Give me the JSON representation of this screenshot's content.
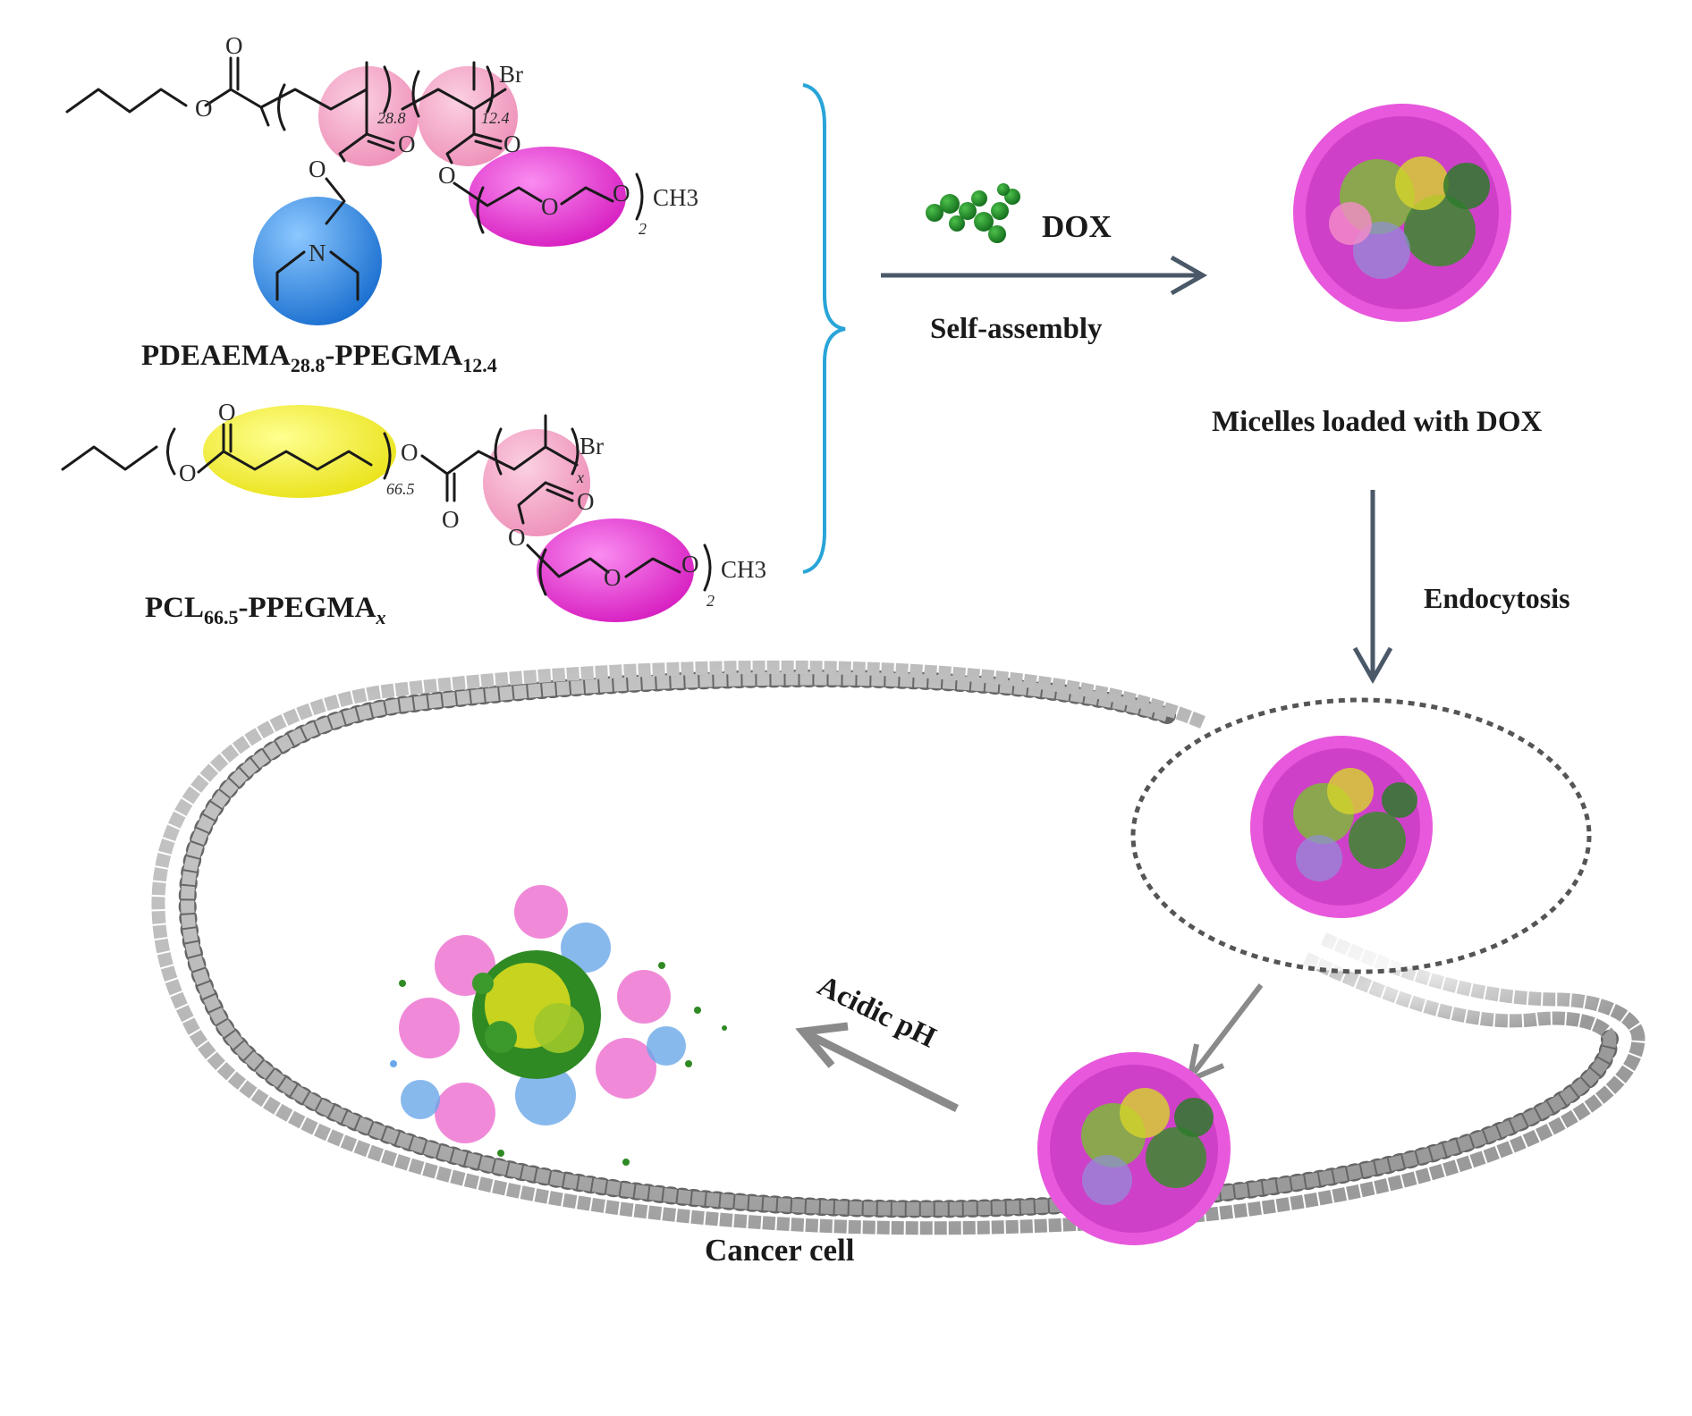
{
  "polymers": {
    "p1": {
      "main": "PDEAEMA",
      "sub1": "28.8",
      "mid": "-PPEGMA",
      "sub2": "12.4"
    },
    "p2": {
      "main": "PCL",
      "sub1": "66.5",
      "mid": "-PPEGMA",
      "sub2": "x"
    }
  },
  "structure_labels": {
    "o": "O",
    "n": "N",
    "br": "Br",
    "ch3": "CH3",
    "sub_28_8": "28.8",
    "sub_12_4": "12.4",
    "sub_66_5": "66.5",
    "sub_2": "2",
    "sub_x": "x"
  },
  "steps": {
    "dox": "DOX",
    "self_assembly": "Self-assembly",
    "micelles": "Micelles loaded with DOX",
    "endocytosis": "Endocytosis",
    "acidic_ph": "Acidic pH",
    "cancer_cell": "Cancer cell"
  },
  "colors": {
    "pink_segment": "#f4a6c8",
    "blue_segment": "#2e8ee8",
    "magenta_segment": "#ee3cd2",
    "yellow_segment": "#f6f01e",
    "dox_green": "#1f8a2a",
    "arrow_dark": "#4a5868",
    "arrow_gray": "#8a8a8a",
    "membrane_head": "#b8b8b8",
    "bracket": "#29a4d8"
  }
}
